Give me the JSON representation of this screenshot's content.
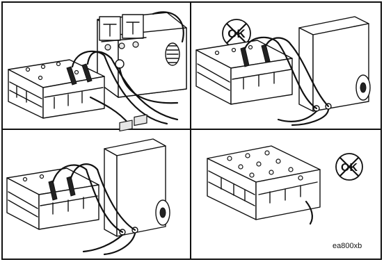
{
  "figure": {
    "code": "ea800xb"
  },
  "icons": {
    "ok_crossed": "ok-crossed-icon"
  },
  "panels": [
    {
      "id": "p1",
      "shows_ok_crossed": false
    },
    {
      "id": "p2",
      "shows_ok_crossed": true
    },
    {
      "id": "p3",
      "shows_ok_crossed": false
    },
    {
      "id": "p4",
      "shows_ok_crossed": true
    }
  ]
}
